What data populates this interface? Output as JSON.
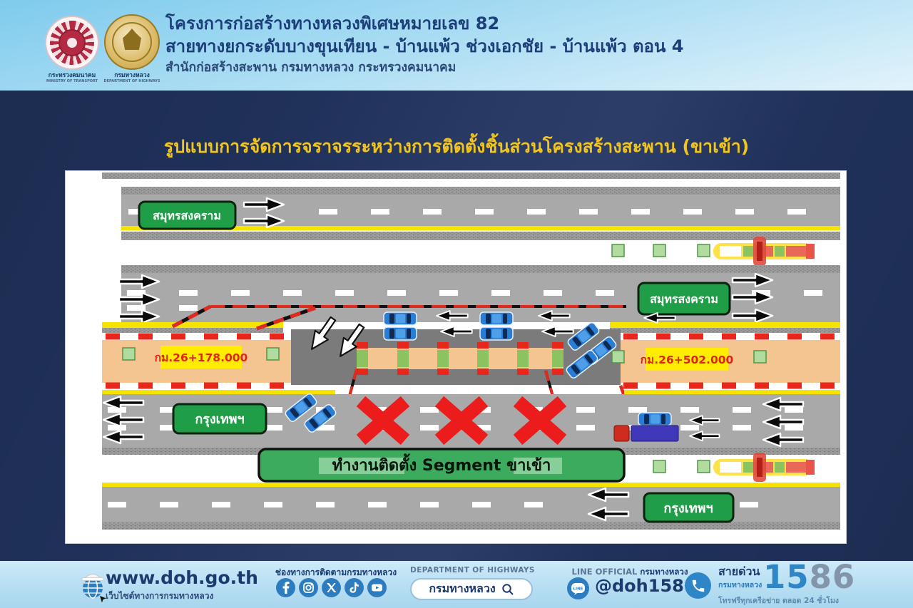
{
  "header": {
    "logo1": {
      "caption_th": "กระทรวงคมนาคม",
      "caption_en": "MINISTRY OF TRANSPORT"
    },
    "logo2": {
      "caption_th": "กรมทางหลวง",
      "caption_en": "DEPARTMENT OF HIGHWAYS"
    },
    "title_line1": "โครงการก่อสร้างทางหลวงพิเศษหมายเลข 82",
    "title_line2": "สายทางยกระดับบางขุนเทียน - บ้านแพ้ว ช่วงเอกชัย - บ้านแพ้ว ตอน 4",
    "title_line3": "สำนักก่อสร้างสะพาน กรมทางหลวง กระทรวงคมนาคม"
  },
  "headline": "รูปแบบการจัดการจราจรระหว่างการติดตั้งชิ้นส่วนโครงสร้างสะพาน (ขาเข้า)",
  "diagram": {
    "sign_samut_top": "สมุทรสงคราม",
    "sign_samut_right": "สมุทรสงคราม",
    "sign_bangkok_mid": "กรุงเทพฯ",
    "sign_bangkok_bottom": "กรุงเทพฯ",
    "km_left": "กม.26+178.000",
    "km_right": "กม.26+502.000",
    "work_sign": "ทำงานติดตั้ง Segment ขาเข้า"
  },
  "footer": {
    "website": "www.doh.go.th",
    "website_sub": "เว็บไซต์ทางการกรมทางหลวง",
    "social_label": "ช่องทางการติดตามกรมทางหลวง",
    "dept_label": "DEPARTMENT OF HIGHWAYS",
    "dept_search": "กรมทางหลวง",
    "line_label_en": "LINE OFFICIAL ",
    "line_label_th": "กรมทางหลวง",
    "line_id": "@doh1586",
    "hotline_label": "สายด่วน",
    "hotline_org": "กรมทางหลวง",
    "hotline_number_a": "15",
    "hotline_number_b": "86",
    "hotline_note": "โทรฟรีทุกเครือข่าย ตลอด 24 ชั่วโมง"
  },
  "colors": {
    "navy_bg": "#20315a",
    "banner_blue": "#7ecbed",
    "headline_yellow": "#f1c51e",
    "road_gray": "#a9a9a9",
    "work_gray": "#7b7b7b",
    "median_orange": "#f4c491",
    "sign_green": "#1f9e47",
    "closure_red": "#e8271c",
    "line_yellow": "#f6e400",
    "car_blue": "#2a7dd4",
    "footer_blue": "#bfe2f4",
    "icon_blue": "#2d7cc0"
  }
}
